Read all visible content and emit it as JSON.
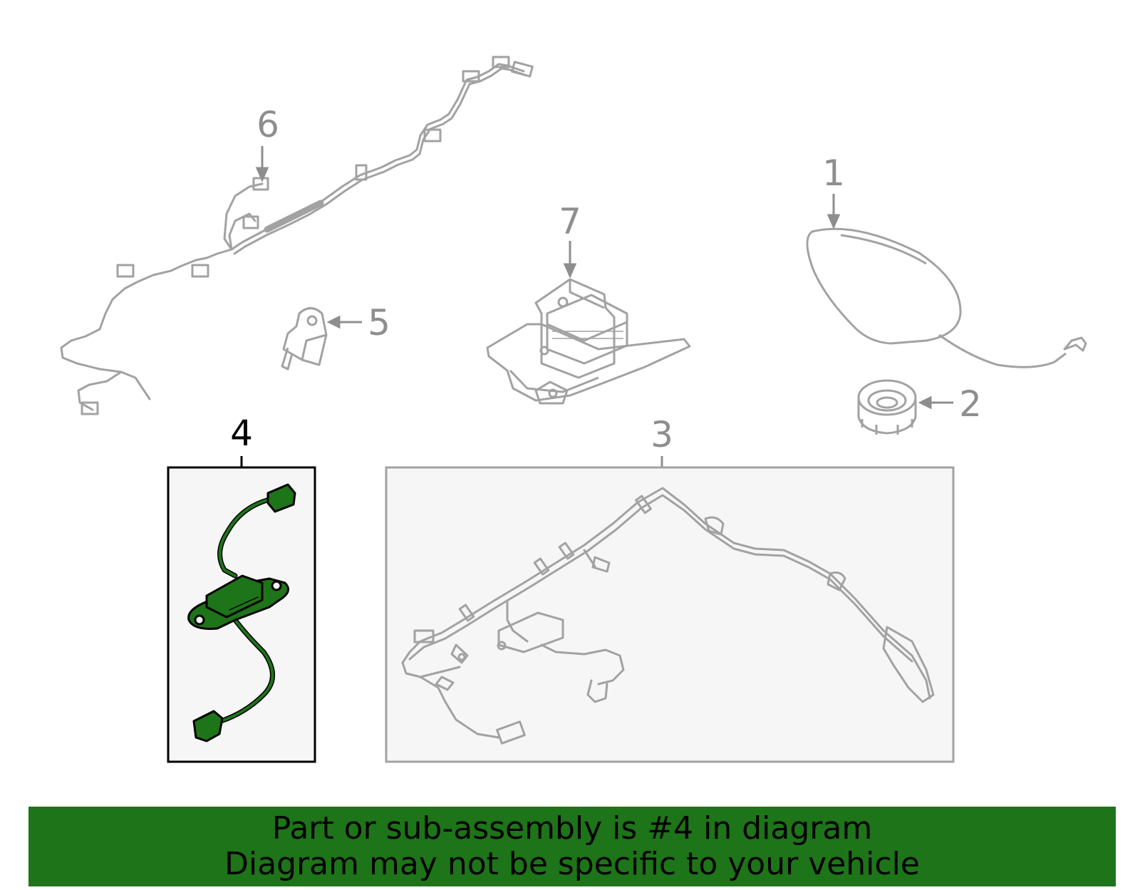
{
  "diagram": {
    "callouts": [
      {
        "id": "1",
        "label": "1",
        "highlighted": false
      },
      {
        "id": "2",
        "label": "2",
        "highlighted": false
      },
      {
        "id": "3",
        "label": "3",
        "highlighted": false
      },
      {
        "id": "4",
        "label": "4",
        "highlighted": true
      },
      {
        "id": "5",
        "label": "5",
        "highlighted": false
      },
      {
        "id": "6",
        "label": "6",
        "highlighted": false
      },
      {
        "id": "7",
        "label": "7",
        "highlighted": false
      }
    ]
  },
  "banner": {
    "line1": "Part or sub-assembly is #4 in diagram",
    "line2": "Diagram may not be specific to your vehicle"
  },
  "colors": {
    "line": "#a2a2a2",
    "callout_text": "#8e8e8e",
    "highlight_fill": "#1e7418",
    "banner_bg": "#1e7418",
    "panel_bg": "#f6f6f6"
  }
}
